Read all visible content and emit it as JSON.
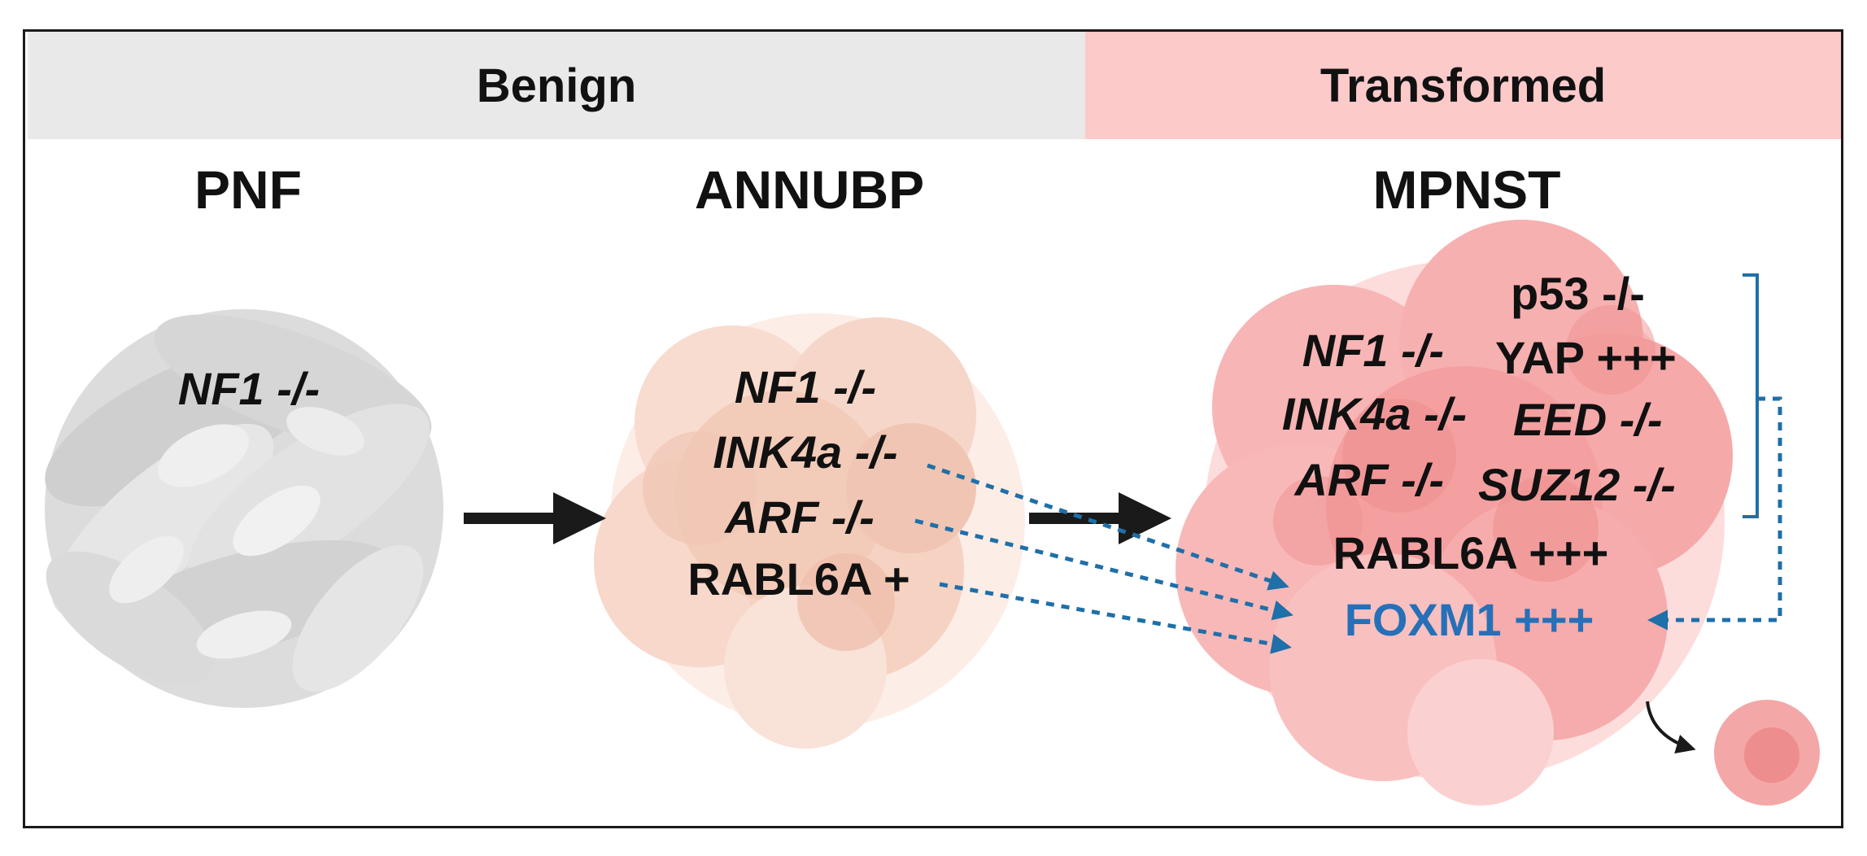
{
  "header": {
    "benign": "Benign",
    "transformed": "Transformed"
  },
  "stages": {
    "pnf": "PNF",
    "annubp": "ANNUBP",
    "mpnst": "MPNST"
  },
  "pnf_labels": {
    "nf1_gene": "NF1",
    "nf1_status": "-/-"
  },
  "annubp_labels": {
    "nf1_gene": "NF1",
    "nf1_status": "-/-",
    "ink4a_gene": "INK4a",
    "ink4a_status": "-/-",
    "arf_gene": "ARF",
    "arf_status": "-/-",
    "rabl6a": "RABL6A +"
  },
  "mpnst_labels": {
    "p53": "p53 -/-",
    "nf1_gene": "NF1",
    "nf1_status": "-/-",
    "yap": "YAP +++",
    "ink4a_gene": "INK4a",
    "ink4a_status": "-/-",
    "eed_gene": "EED",
    "eed_status": "-/-",
    "arf_gene": "ARF",
    "arf_status": "-/-",
    "suz12_gene": "SUZ12",
    "suz12_status": "-/-",
    "rabl6a": "RABL6A +++",
    "foxm1": "FOXM1 +++"
  },
  "colors": {
    "foxm1_blue": "#2670b8",
    "arrow_dark": "#1a1a1a",
    "benign_band": "#e9e9e9",
    "transformed_band": "#fdcaca"
  }
}
